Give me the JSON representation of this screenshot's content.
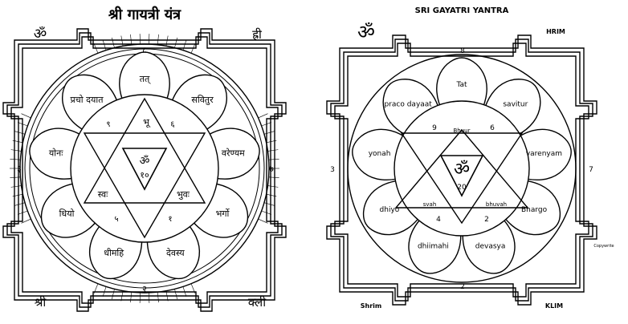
{
  "left_yantra": {
    "title": "श्री गायत्री यंत्र",
    "corner_top_left": "ॐ",
    "corner_top_right": "ह्री",
    "corner_bottom_left": "श्री",
    "corner_bottom_right": "क्ली",
    "gate_top": "८",
    "gate_left": "३",
    "gate_right": "७",
    "gate_bottom": "२",
    "petals": [
      "तत्",
      "सवितुर",
      "वरेण्यम",
      "भर्गो",
      "देवस्य",
      "धीमहि",
      "धियो",
      "योनः",
      "प्रचो दयात"
    ],
    "triangle_numbers": [
      "९",
      "६",
      "५",
      "१"
    ],
    "bhuh": "भू",
    "bhuvah": "भुवः",
    "svah": "स्वः",
    "center_om": "ॐ",
    "center_number": "१०"
  },
  "right_yantra": {
    "title": "SRI GAYATRI YANTRA",
    "corner_top_left": "ॐ",
    "corner_top_right": "HRIM",
    "corner_bottom_left": "Shrim",
    "corner_bottom_right": "KLIM",
    "copyright": "Copywrite",
    "gate_top": "8",
    "gate_left": "3",
    "gate_right": "7",
    "gate_bottom": "2",
    "petals": [
      "Tat",
      "savitur",
      "varenyam",
      "Bhargo",
      "devasya",
      "dhiimahi",
      "dhiyo",
      "yonah",
      "praco dayaat"
    ],
    "triangle_numbers": [
      "9",
      "6",
      "4",
      "2"
    ],
    "bhuh": "Bhuur",
    "bhuvah": "bhuvah",
    "svah": "svah",
    "center_om": "ॐ",
    "center_number": "20"
  }
}
